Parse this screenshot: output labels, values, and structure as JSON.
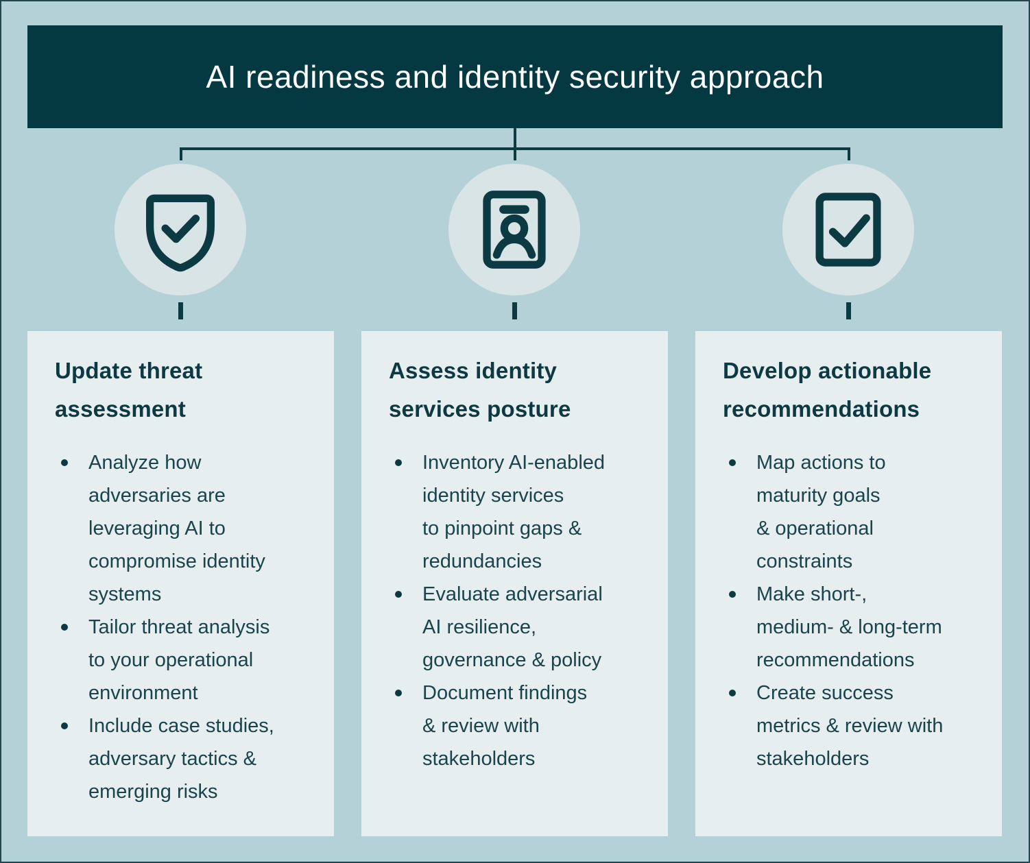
{
  "page": {
    "title": "AI readiness and identity security approach"
  },
  "colors": {
    "background": "#b4d1d7",
    "header_bg": "#053941",
    "card_bg": "#e6eef0",
    "icon_circle_bg": "#d8e4e6",
    "connector_line": "#0c3a43",
    "title_text": "#ffffff",
    "heading_text": "#0c3942",
    "body_text": "#1b434c"
  },
  "columns": [
    {
      "icon": "shield-check-icon",
      "heading": "Update threat\nassessment",
      "bullets": [
        "Analyze how\nadversaries are\nleveraging AI to\ncompromise identity\nsystems",
        "Tailor threat analysis\nto your operational\nenvironment",
        "Include case studies,\nadversary tactics &\nemerging risks"
      ]
    },
    {
      "icon": "id-badge-icon",
      "heading": "Assess identity\nservices posture",
      "bullets": [
        "Inventory AI-enabled\nidentity services\nto pinpoint gaps &\nredundancies",
        "Evaluate adversarial\nAI resilience,\ngovernance & policy",
        "Document findings\n& review with\nstakeholders"
      ]
    },
    {
      "icon": "checkmark-square-icon",
      "heading": "Develop actionable\nrecommendations",
      "bullets": [
        "Map actions to\nmaturity goals\n& operational\nconstraints",
        "Make short-,\nmedium- & long-term\nrecommendations",
        "Create success\nmetrics & review with\nstakeholders"
      ]
    }
  ]
}
